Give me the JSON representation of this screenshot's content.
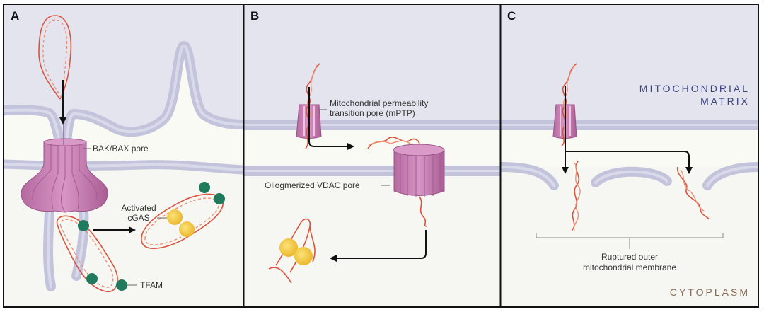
{
  "figure": {
    "panels": [
      {
        "id": "A",
        "label": "A",
        "annotations": {
          "pore": "BAK/BAX pore",
          "cgas_line1": "Activated",
          "cgas_line2": "cGAS",
          "tfam": "TFAM"
        }
      },
      {
        "id": "B",
        "label": "B",
        "annotations": {
          "mptp_line1": "Mitochondrial permeability",
          "mptp_line2": "transition pore (mPTP)",
          "vdac": "Oliogmerized VDAC pore"
        }
      },
      {
        "id": "C",
        "label": "C",
        "annotations": {
          "rupture_line1": "Ruptured outer",
          "rupture_line2": "mitochondrial membrane"
        },
        "regions": {
          "matrix_line1": "MITOCHONDRIAL",
          "matrix_line2": "MATRIX",
          "cytoplasm": "CYTOPLASM"
        }
      }
    ],
    "colors": {
      "matrix_bg": "#e4e4ef",
      "intermembrane_bg": "#f8faf3",
      "cytoplasm_bg": "#f6f6f2",
      "membrane": "#c3c4dc",
      "pore_pink": "#c87fb2",
      "dna_red": "#d9543c",
      "cgas_yellow": "#f3c83a",
      "tfam_green": "#1f7a5e",
      "matrix_text": "#3b4383",
      "cytoplasm_text": "#8a6a52"
    }
  }
}
